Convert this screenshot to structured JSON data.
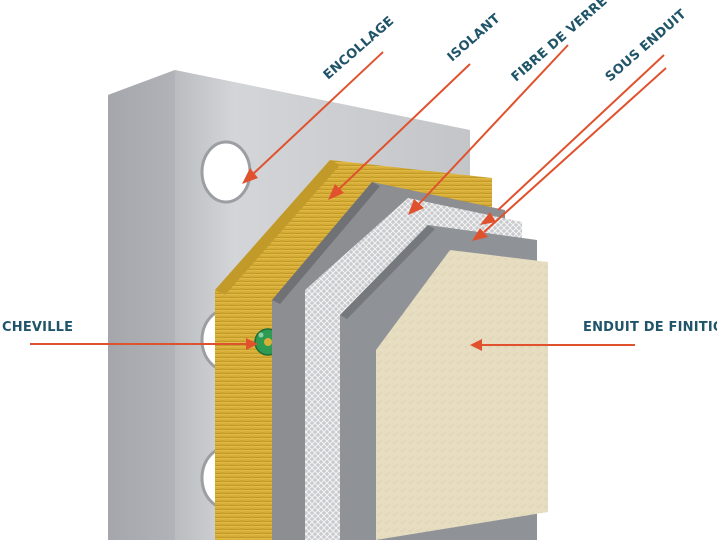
{
  "labels": {
    "encollage": "ENCOLLAGE",
    "isolant": "ISOLANT",
    "fibre_de_verre": "FIBRE DE VERRE",
    "sous_enduit": "SOUS ENDUIT",
    "cheville": "CHEVILLE",
    "enduit_de_finition": "ENDUIT DE FINITION"
  },
  "colors": {
    "label_text": "#1f5469",
    "arrow": "#e0522e",
    "wall": "#c9cbce",
    "insulation": "#d8b038",
    "adhesive_layer": "#8c8e92",
    "mesh": "#d9dadc",
    "base_coat": "#8f9296",
    "finish_coat": "#e6dcc0",
    "anchor": "#2e9a52"
  }
}
